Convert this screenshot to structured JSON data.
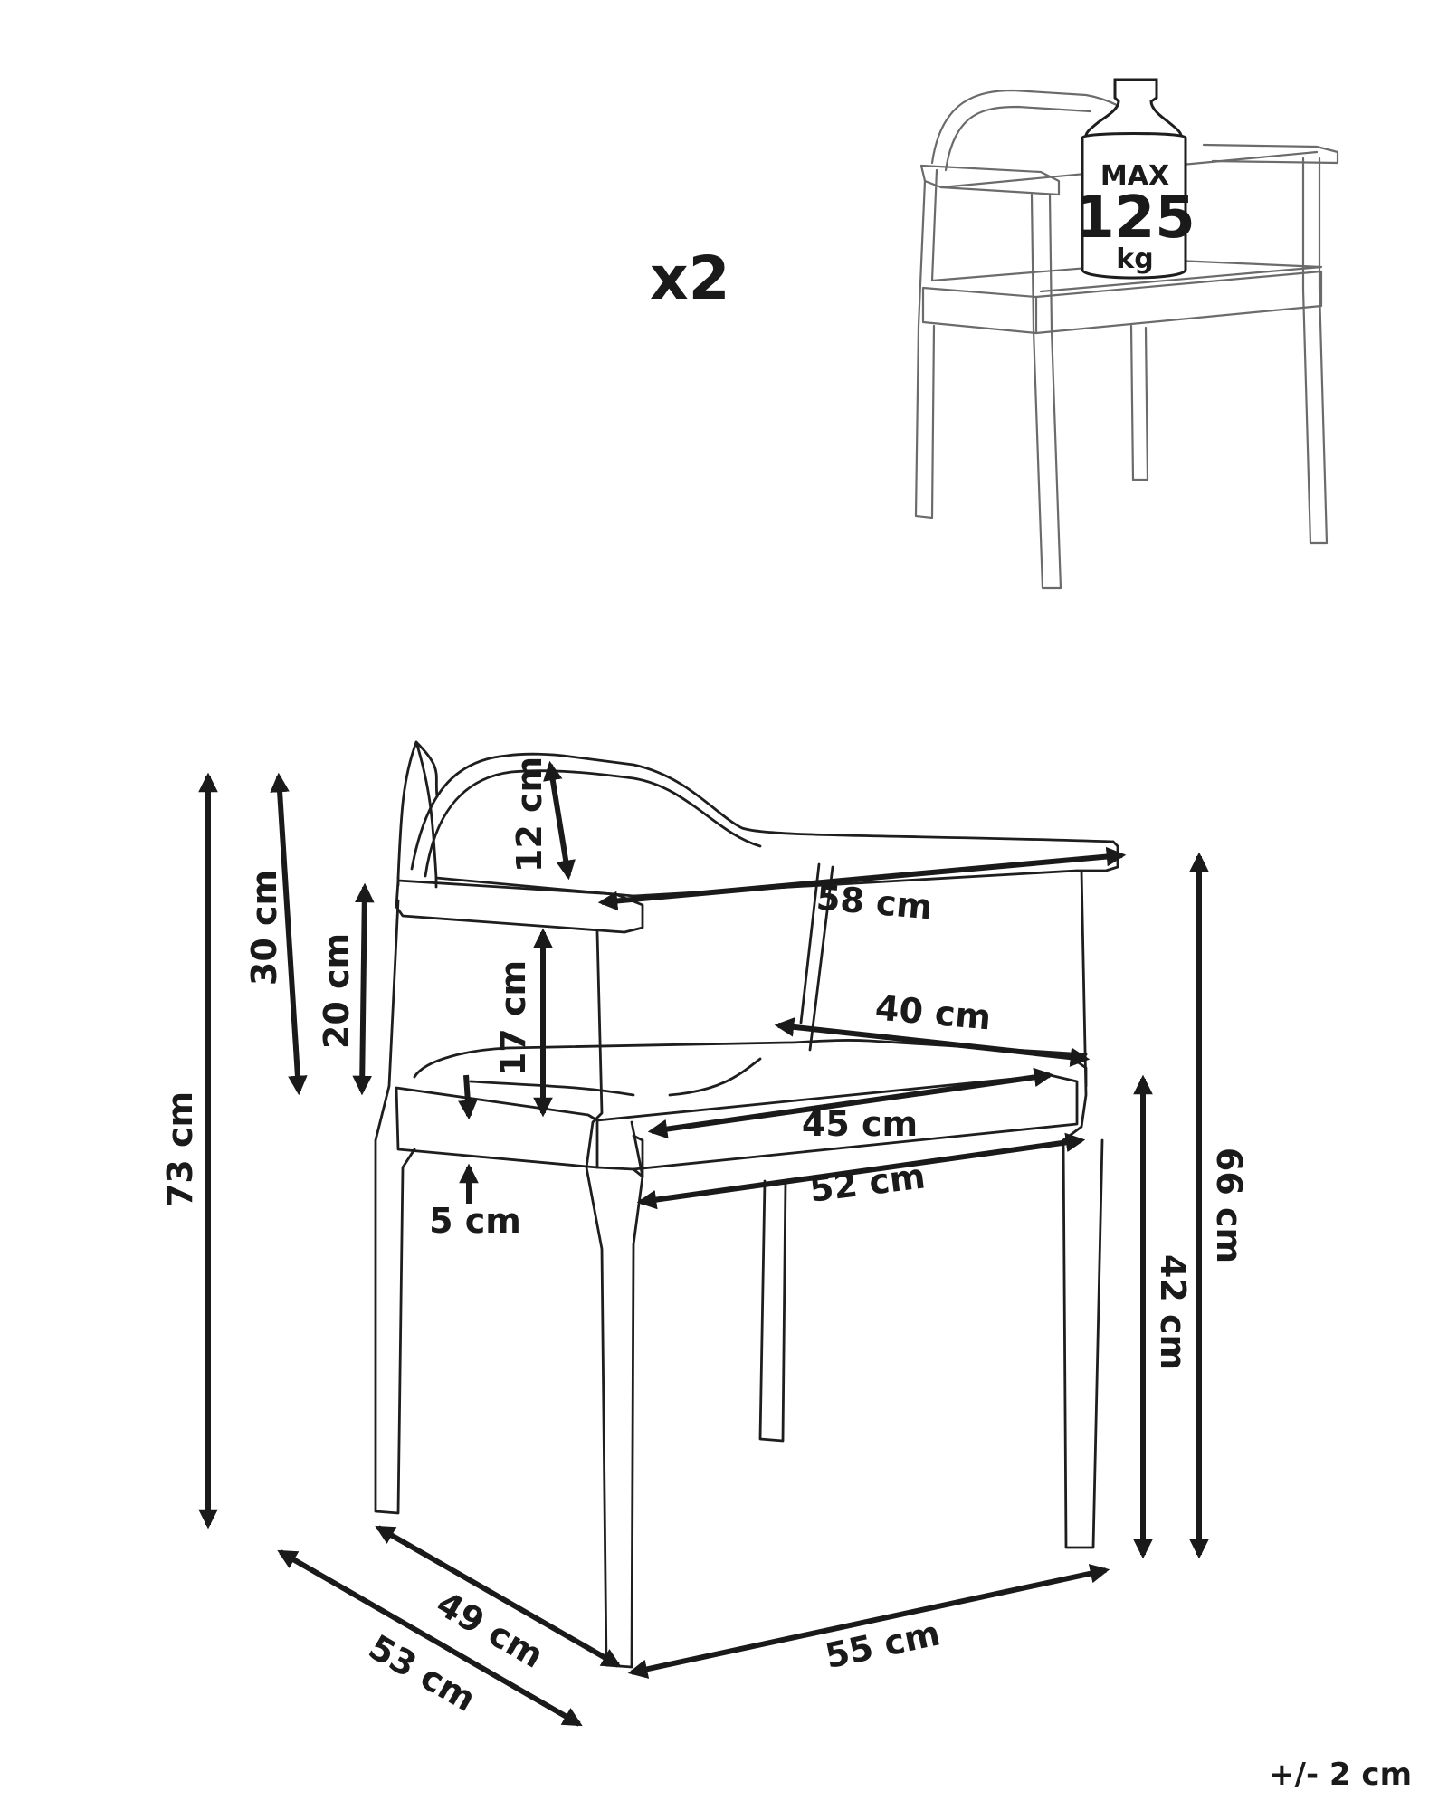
{
  "quantity_label": "x2",
  "max_load": {
    "prefix": "MAX",
    "value": "125",
    "unit": "kg"
  },
  "tolerance": "+/- 2 cm",
  "dimensions": {
    "total_height": "73 cm",
    "backrest_height": "30 cm",
    "armrest_height_above_seat": "20 cm",
    "backrest_band": "12 cm",
    "armrest_to_seat": "17 cm",
    "seat_thickness": "5 cm",
    "armrest_width": "58 cm",
    "seat_back_width": "40 cm",
    "seat_width": "45 cm",
    "seat_front_width": "52 cm",
    "armrest_height": "66 cm",
    "seat_height": "42 cm",
    "seat_depth": "49 cm",
    "total_depth": "53 cm",
    "total_width": "55 cm"
  }
}
